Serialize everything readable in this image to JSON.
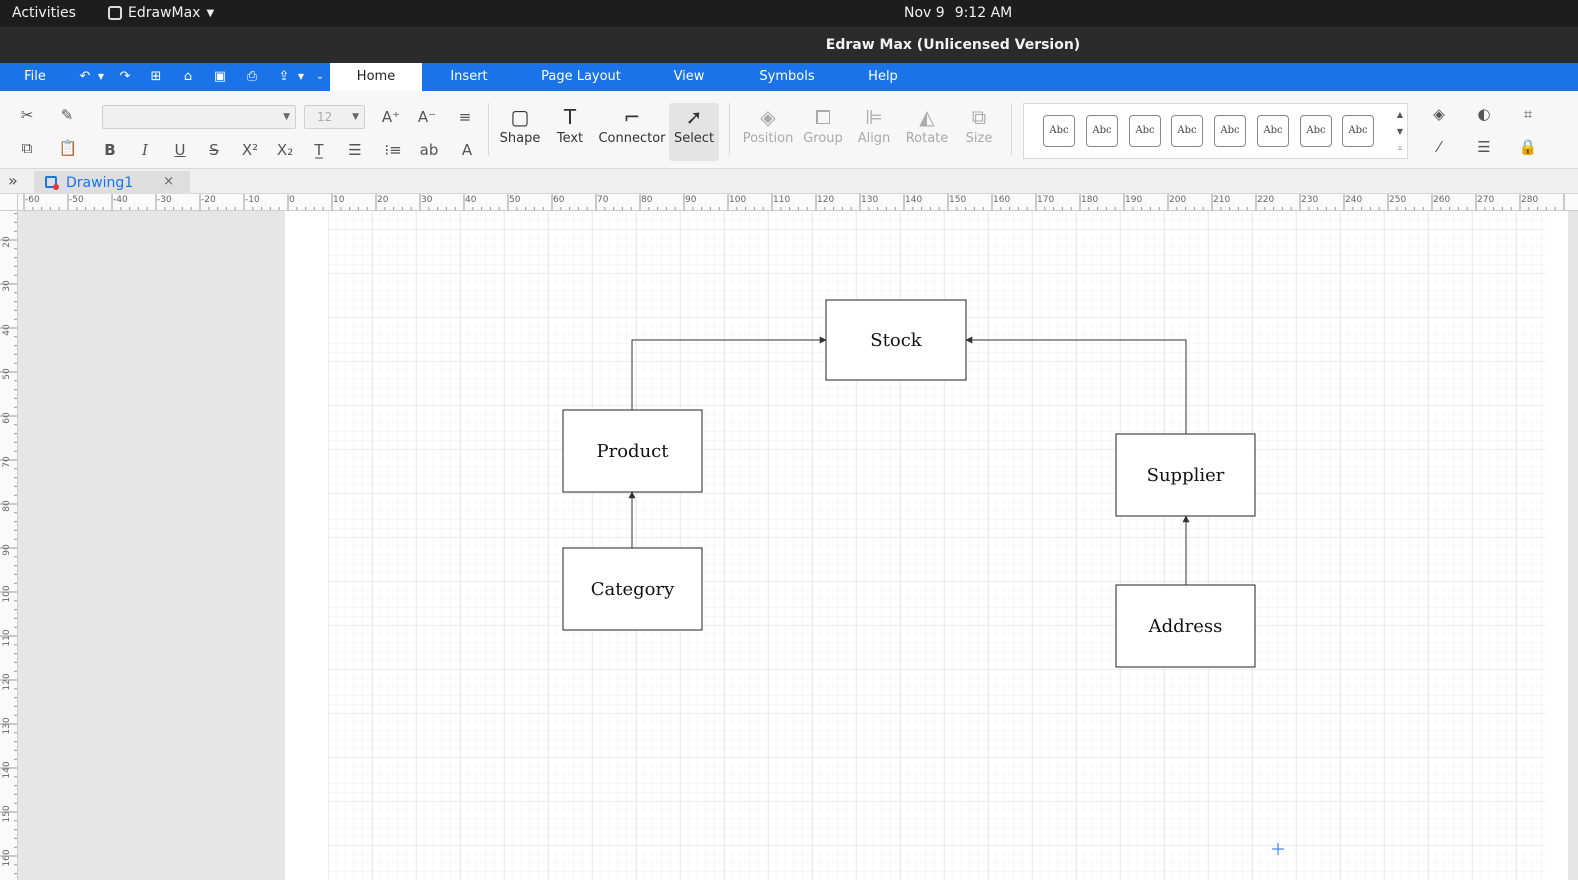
{
  "system_bar": {
    "activities": "Activities",
    "app_name": "EdrawMax",
    "date": "Nov 9",
    "time": "9:12 AM"
  },
  "window": {
    "title": "Edraw Max (Unlicensed Version)"
  },
  "menu": {
    "file": "File",
    "tabs": [
      "Home",
      "Insert",
      "Page Layout",
      "View",
      "Symbols",
      "Help"
    ],
    "active_tab": "Home"
  },
  "ribbon": {
    "font_name": "",
    "font_size": "12",
    "tools": {
      "shape": "Shape",
      "text": "Text",
      "connector": "Connector",
      "select": "Select"
    },
    "arrange": {
      "position": "Position",
      "group": "Group",
      "align": "Align",
      "rotate": "Rotate",
      "size": "Size"
    },
    "style_swatches": [
      "Abc",
      "Abc",
      "Abc",
      "Abc",
      "Abc",
      "Abc",
      "Abc",
      "Abc"
    ]
  },
  "document_tab": {
    "name": "Drawing1",
    "close": "×"
  },
  "rulers": {
    "horizontal_labels": [
      "-60",
      "-50",
      "-40",
      "-30",
      "-20",
      "-10",
      "0",
      "10",
      "20",
      "30",
      "40",
      "50",
      "60",
      "70",
      "80",
      "90",
      "100",
      "110",
      "120",
      "130",
      "140",
      "150",
      "160",
      "170",
      "180",
      "190",
      "200",
      "210",
      "220",
      "230",
      "240",
      "250",
      "260",
      "270",
      "280"
    ],
    "vertical_labels": [
      "20",
      "30",
      "40",
      "50",
      "60",
      "70",
      "80",
      "90",
      "100",
      "110",
      "120",
      "130",
      "140",
      "150",
      "160"
    ]
  },
  "diagram": {
    "nodes": [
      {
        "id": "stock",
        "label": "Stock"
      },
      {
        "id": "product",
        "label": "Product"
      },
      {
        "id": "supplier",
        "label": "Supplier"
      },
      {
        "id": "category",
        "label": "Category"
      },
      {
        "id": "address",
        "label": "Address"
      }
    ],
    "edges": [
      {
        "from": "product",
        "to": "stock"
      },
      {
        "from": "supplier",
        "to": "stock"
      },
      {
        "from": "category",
        "to": "product"
      },
      {
        "from": "address",
        "to": "supplier"
      }
    ]
  },
  "colors": {
    "menu_accent": "#1a73e8",
    "topbar": "#1d1d1d",
    "titlebar": "#2b2b2b"
  }
}
